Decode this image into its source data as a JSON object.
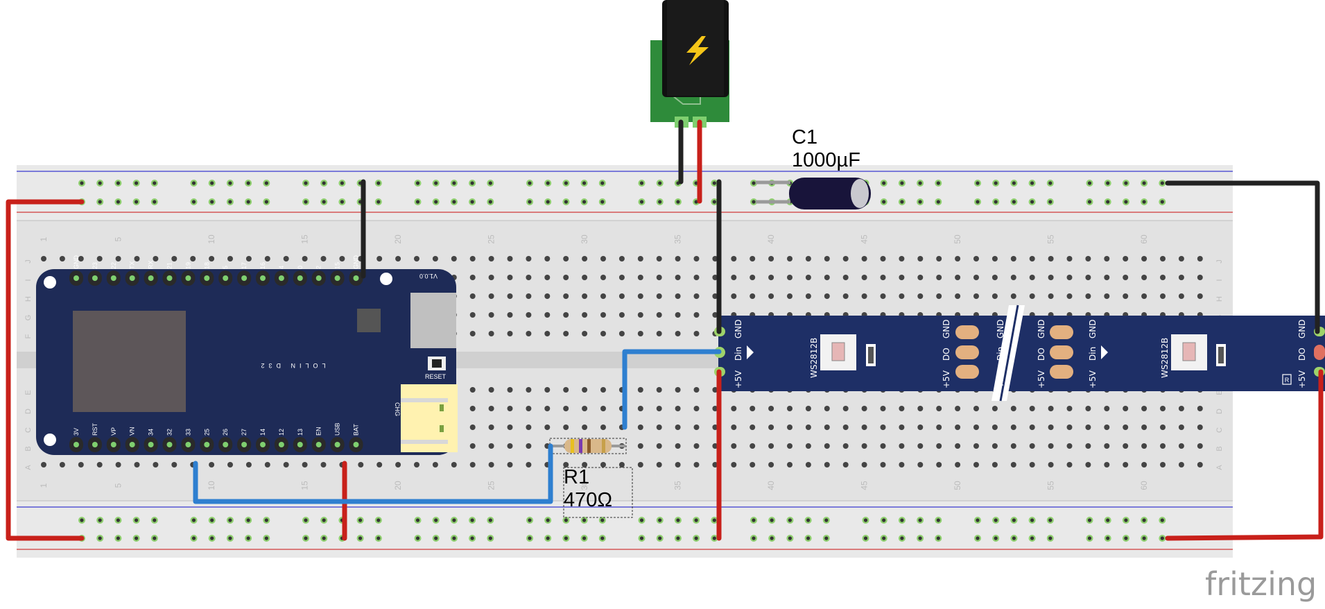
{
  "diagram": {
    "board": {
      "name": "LOLIN D32",
      "version": "V1.0.0",
      "reset_label": "RESET",
      "chg_label": "CHG"
    },
    "top_pins": [
      "GND",
      "23",
      "22",
      "TX",
      "RX",
      "21",
      "19",
      "18",
      "5",
      "17",
      "16",
      "4",
      "0",
      "2",
      "15",
      "GND"
    ],
    "bottom_pins": [
      "3V",
      "RST",
      "VP",
      "VN",
      "34",
      "32",
      "33",
      "25",
      "26",
      "27",
      "14",
      "12",
      "13",
      "EN",
      "USB",
      "BAT"
    ],
    "column_numbers": [
      "1",
      "5",
      "10",
      "15",
      "20",
      "25",
      "30",
      "35",
      "40",
      "45",
      "50",
      "55",
      "60"
    ],
    "row_letters_top": [
      "J",
      "I",
      "H",
      "G",
      "F"
    ],
    "row_letters_bottom": [
      "E",
      "D",
      "C",
      "B",
      "A"
    ],
    "resistor": {
      "ref": "R1",
      "value": "470Ω"
    },
    "capacitor": {
      "ref": "C1",
      "value": "1000µF"
    },
    "led_strip": {
      "chip_label": "WS2812B",
      "input_pins": [
        "+5V",
        "Din",
        "GND"
      ],
      "output_pins": [
        "+5V",
        "DO",
        "GND"
      ]
    },
    "watermark": "fritzing",
    "colors": {
      "breadboard": "#e6e6e6",
      "board": "#1e2b57",
      "strip": "#1e2f66",
      "wire_red": "#c8201a",
      "wire_black": "#222222",
      "wire_blue": "#2e7fd0",
      "pcb_green": "#2e8b3a"
    }
  }
}
